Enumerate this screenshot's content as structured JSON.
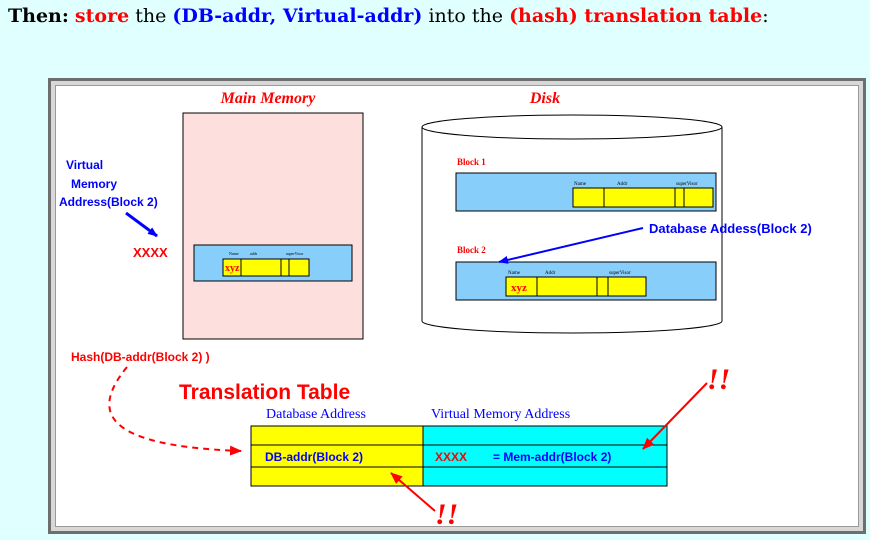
{
  "heading": {
    "then": "Then:",
    "store": "store",
    "the": "the",
    "pair": "(DB-addr, Virtual-addr)",
    "into": "into the",
    "table": "(hash) translation table",
    "colon": ":"
  },
  "diagram": {
    "main_memory_title": "Main Memory",
    "disk_title": "Disk",
    "virtual_label_1": "Virtual",
    "virtual_label_2": "Memory",
    "virtual_label_3": "Address(Block 2)",
    "xxxx": "XXXX",
    "mem_field_1": "Name",
    "mem_field_2": "addr",
    "mem_field_3": "superVisor",
    "mem_value": "xyz",
    "block1_label": "Block 1",
    "block2_label": "Block 2",
    "disk_field_1": "Name",
    "disk_field_2": "Addr",
    "disk_field_3": "superVisor",
    "disk_value": "xyz",
    "db_address_label": "Database Addess(Block 2)",
    "hash_label": "Hash(DB-addr(Block 2) )",
    "translation_title": "Translation Table",
    "col_db": "Database Address",
    "col_vm": "Virtual Memory Address",
    "db_addr_cell": "DB-addr(Block 2)",
    "vm_xxxx": "XXXX",
    "vm_cell": "= Mem-addr(Block 2)",
    "bang": "!!"
  }
}
